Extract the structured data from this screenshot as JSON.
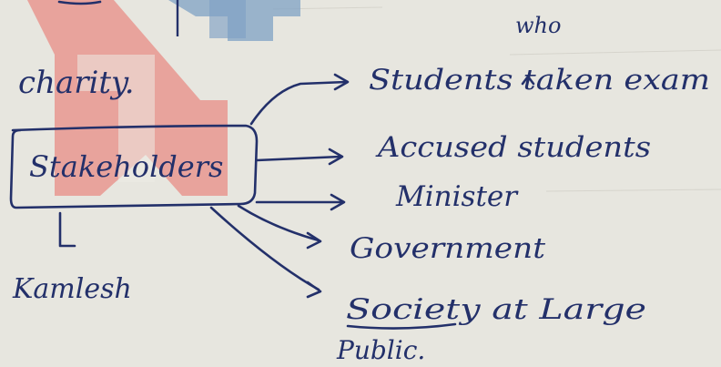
{
  "note": {
    "heading": "charity.",
    "box_label": "Stakeholders",
    "below_box_label": "Kamlesh",
    "branches": [
      "Students taken exam",
      "Accused students",
      "Minister",
      "Government",
      "Society at Large"
    ],
    "insertion_word": "who",
    "trailing_word": "Public."
  },
  "colors": {
    "ink": "#23306a",
    "paper": "#ecebe4",
    "watermark_red": "#e88c86",
    "watermark_blue": "#7fa2c4"
  }
}
